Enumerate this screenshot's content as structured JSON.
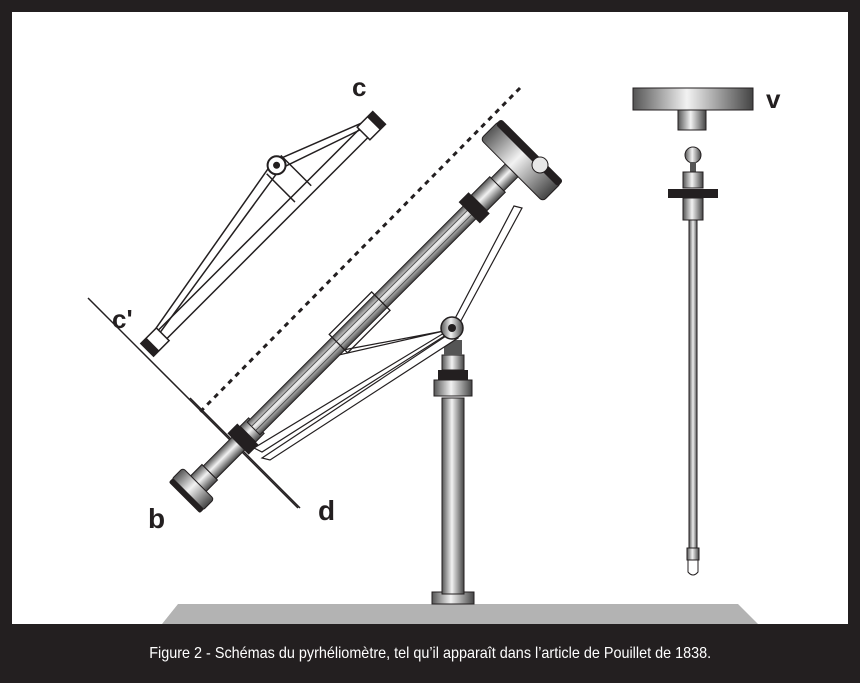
{
  "labels": {
    "c": "c",
    "c_prime": "c'",
    "b": "b",
    "d": "d",
    "v": "v"
  },
  "caption": "Figure 2 - Schémas du pyrhéliomètre, tel qu’il apparaît dans l’article de Pouillet de 1838.",
  "colors": {
    "frame": "#231f20",
    "base": "#b3b3b3",
    "ink": "#231f20"
  }
}
